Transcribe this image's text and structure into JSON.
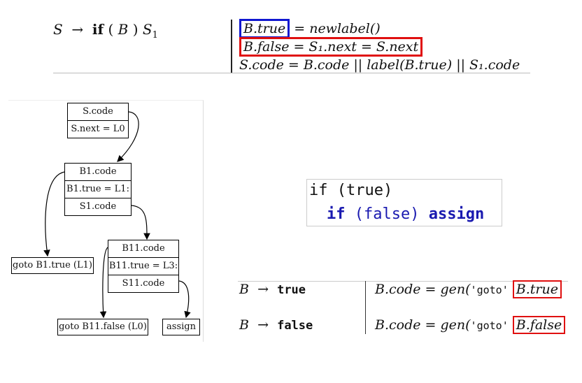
{
  "top_rule": {
    "lhs_S": "S",
    "arrow": "→",
    "kw_if": "if",
    "lparen": "(",
    "B": "B",
    "rparen": ")",
    "S1": "S",
    "S1_sub": "1",
    "row1_highlight": "B.true",
    "row1_rest": " = newlabel()",
    "row2_highlight": "B.false = S₁.next = S.next",
    "row3": "S.code = B.code || label(B.true) || S₁.code",
    "colors": {
      "blue_box": "#1018d0",
      "red_box": "#e01010"
    }
  },
  "tree": {
    "root": {
      "code": "S.code",
      "attr": "S.next = L0"
    },
    "b1": {
      "code": "B1.code",
      "attr": "B1.true = L1:",
      "s1": "S1.code"
    },
    "b11": {
      "code": "B11.code",
      "attr": "B11.true = L3:",
      "s11": "S11.code"
    },
    "leaf_goto_b1": "goto B1.true (L1)",
    "leaf_goto_b11": "goto B11.false (L0)",
    "leaf_assign": "assign"
  },
  "code_sample": {
    "line1": "if (true)",
    "line2_kw": "if",
    "line2_cond": " (false) ",
    "line2_stmt": "assign"
  },
  "bottom_rules": [
    {
      "lhs": "B",
      "arrow": "→",
      "kw": "true",
      "rhs_prefix": "B.code = gen(",
      "rhs_str": "'goto'",
      "rhs_box": "B.true"
    },
    {
      "lhs": "B",
      "arrow": "→",
      "kw": "false",
      "rhs_prefix": "B.code = gen(",
      "rhs_str": "'goto'",
      "rhs_box": "B.false"
    }
  ]
}
